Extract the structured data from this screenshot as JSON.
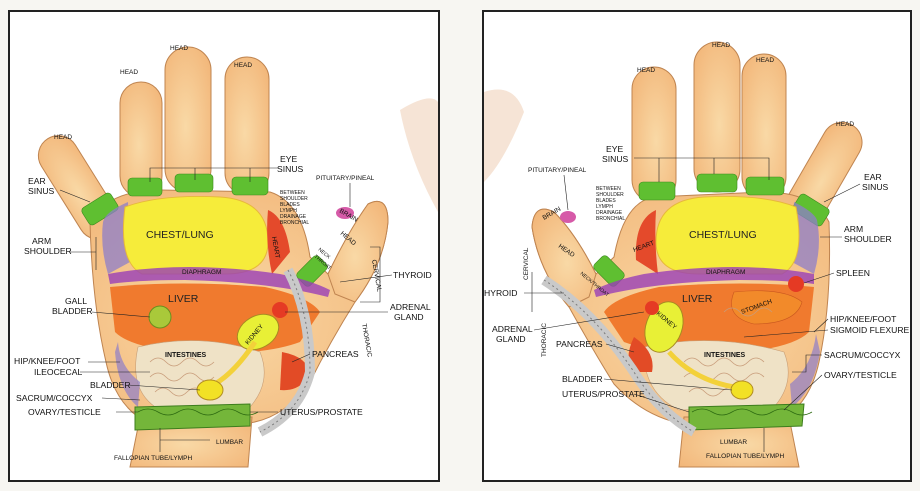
{
  "left_hand": {
    "head": "HEAD",
    "ear_sinus": [
      "EAR",
      "SINUS"
    ],
    "arm_shoulder": [
      "ARM",
      "SHOULDER"
    ],
    "eye_sinus": [
      "EYE",
      "SINUS"
    ],
    "pituitary_pineal": "PITUITARY/PINEAL",
    "between_shoulder_blades": [
      "BETWEEN",
      "SHOULDER",
      "BLADES",
      "LYMPH",
      "DRAINAGE",
      "BRONCHIAL"
    ],
    "brain": "BRAIN",
    "heart": "HEART",
    "chest_lung": "CHEST/LUNG",
    "neck_throat": [
      "NECK",
      "THROAT"
    ],
    "cervical": "CERVICAL",
    "thyroid": "THYROID",
    "diaphragm": "DIAPHRAGM",
    "liver": "LIVER",
    "gall_bladder": [
      "GALL",
      "BLADDER"
    ],
    "kidney": "KIDNEY",
    "adrenal_gland": [
      "ADRENAL",
      "GLAND"
    ],
    "thoracic": "THORACIC",
    "intestines": "INTESTINES",
    "pancreas": "PANCREAS",
    "hip_knee_foot": "HIP/KNEE/FOOT",
    "ileocecal": "ILEOCECAL",
    "bladder": "BLADDER",
    "sacrum_coccyx": "SACRUM/COCCYX",
    "ovary_testicle": "OVARY/TESTICLE",
    "uterus_prostate": "UTERUS/PROSTATE",
    "lumbar": "LUMBAR",
    "fallopian_tube_lymph": "FALLOPIAN TUBE/LYMPH"
  },
  "right_hand": {
    "head": "HEAD",
    "eye_sinus": [
      "EYE",
      "SINUS"
    ],
    "ear_sinus": [
      "EAR",
      "SINUS"
    ],
    "pituitary_pineal": "PITUITARY/PINEAL",
    "between_shoulder_blades": [
      "BETWEEN",
      "SHOULDER",
      "BLADES",
      "LYMPH",
      "DRAINAGE",
      "BRONCHIAL"
    ],
    "brain": "BRAIN",
    "heart": "HEART",
    "chest_lung": "CHEST/LUNG",
    "arm_shoulder": [
      "ARM",
      "SHOULDER"
    ],
    "neck_throat": "NECK/THROAT",
    "diaphragm": "DIAPHRAGM",
    "cervical": "CERVICAL",
    "thyroid": "HYROID",
    "liver": "LIVER",
    "spleen": "SPLEEN",
    "stomach": "STOMACH",
    "kidney": "KIDNEY",
    "adrenal_gland": [
      "ADRENAL",
      "GLAND"
    ],
    "hip_knee_foot": "HIP/KNEE/FOOT",
    "sigmoid_flexure": "SIGMOID FLEXURE",
    "intestines": "INTESTINES",
    "pancreas": "PANCREAS",
    "thoracic": "THORACIC",
    "sacrum_coccyx": "SACRUM/COCCYX",
    "ovary_testicle": "OVARY/TESTICLE",
    "bladder": "BLADDER",
    "uterus_prostate": "UTERUS/PROSTATE",
    "lumbar": "LUMBAR",
    "fallopian_tube_lymph": "FALLOPIAN TUBE/LYMPH"
  }
}
